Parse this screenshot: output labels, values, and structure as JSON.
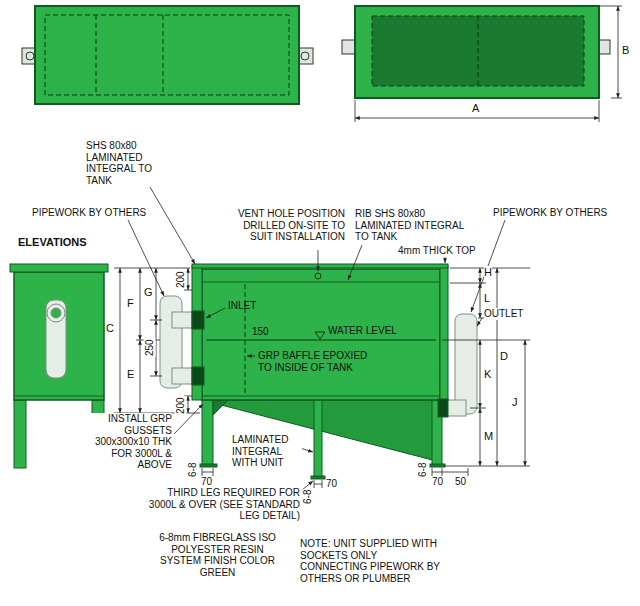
{
  "diagram": {
    "labels": [
      "SHS 80x80 LAMINATED INTEGRAL TO TANK",
      "PIPEWORK BY OTHERS",
      "ELEVATIONS",
      "VENT HOLE POSITION DRILLED ON-SITE TO SUIT INSTALLATION",
      "RIB SHS 80x80 LAMINATED INTEGRAL TO TANK",
      "PIPEWORK BY OTHERS",
      "4mm THICK TOP",
      "INLET",
      "OUTLET",
      "WATER LEVEL",
      "150",
      "GRP BAFFLE EPOXIED TO INSIDE OF TANK",
      "C",
      "F",
      "G",
      "E",
      "250",
      "200",
      "200",
      "H",
      "L",
      "K",
      "M",
      "D",
      "J",
      "A",
      "B",
      "INSTALL GRP GUSSETS 300x300x10 THK FOR 3000L & ABOVE",
      "LAMINATED INTEGRAL WITH UNIT",
      "THIRD LEG REQUIRED FOR 3000L & OVER (SEE STANDARD LEG DETAIL)",
      "6-8mm FIBREGLASS ISO POLYESTER RESIN SYSTEM FINISH COLOR GREEN",
      "NOTE: UNIT SUPPLIED WITH SOCKETS ONLY CONNECTING PIPEWORK BY OTHERS OR PLUMBER",
      "70",
      "6-8",
      "6-8",
      "70",
      "6-8",
      "70",
      "50"
    ]
  }
}
